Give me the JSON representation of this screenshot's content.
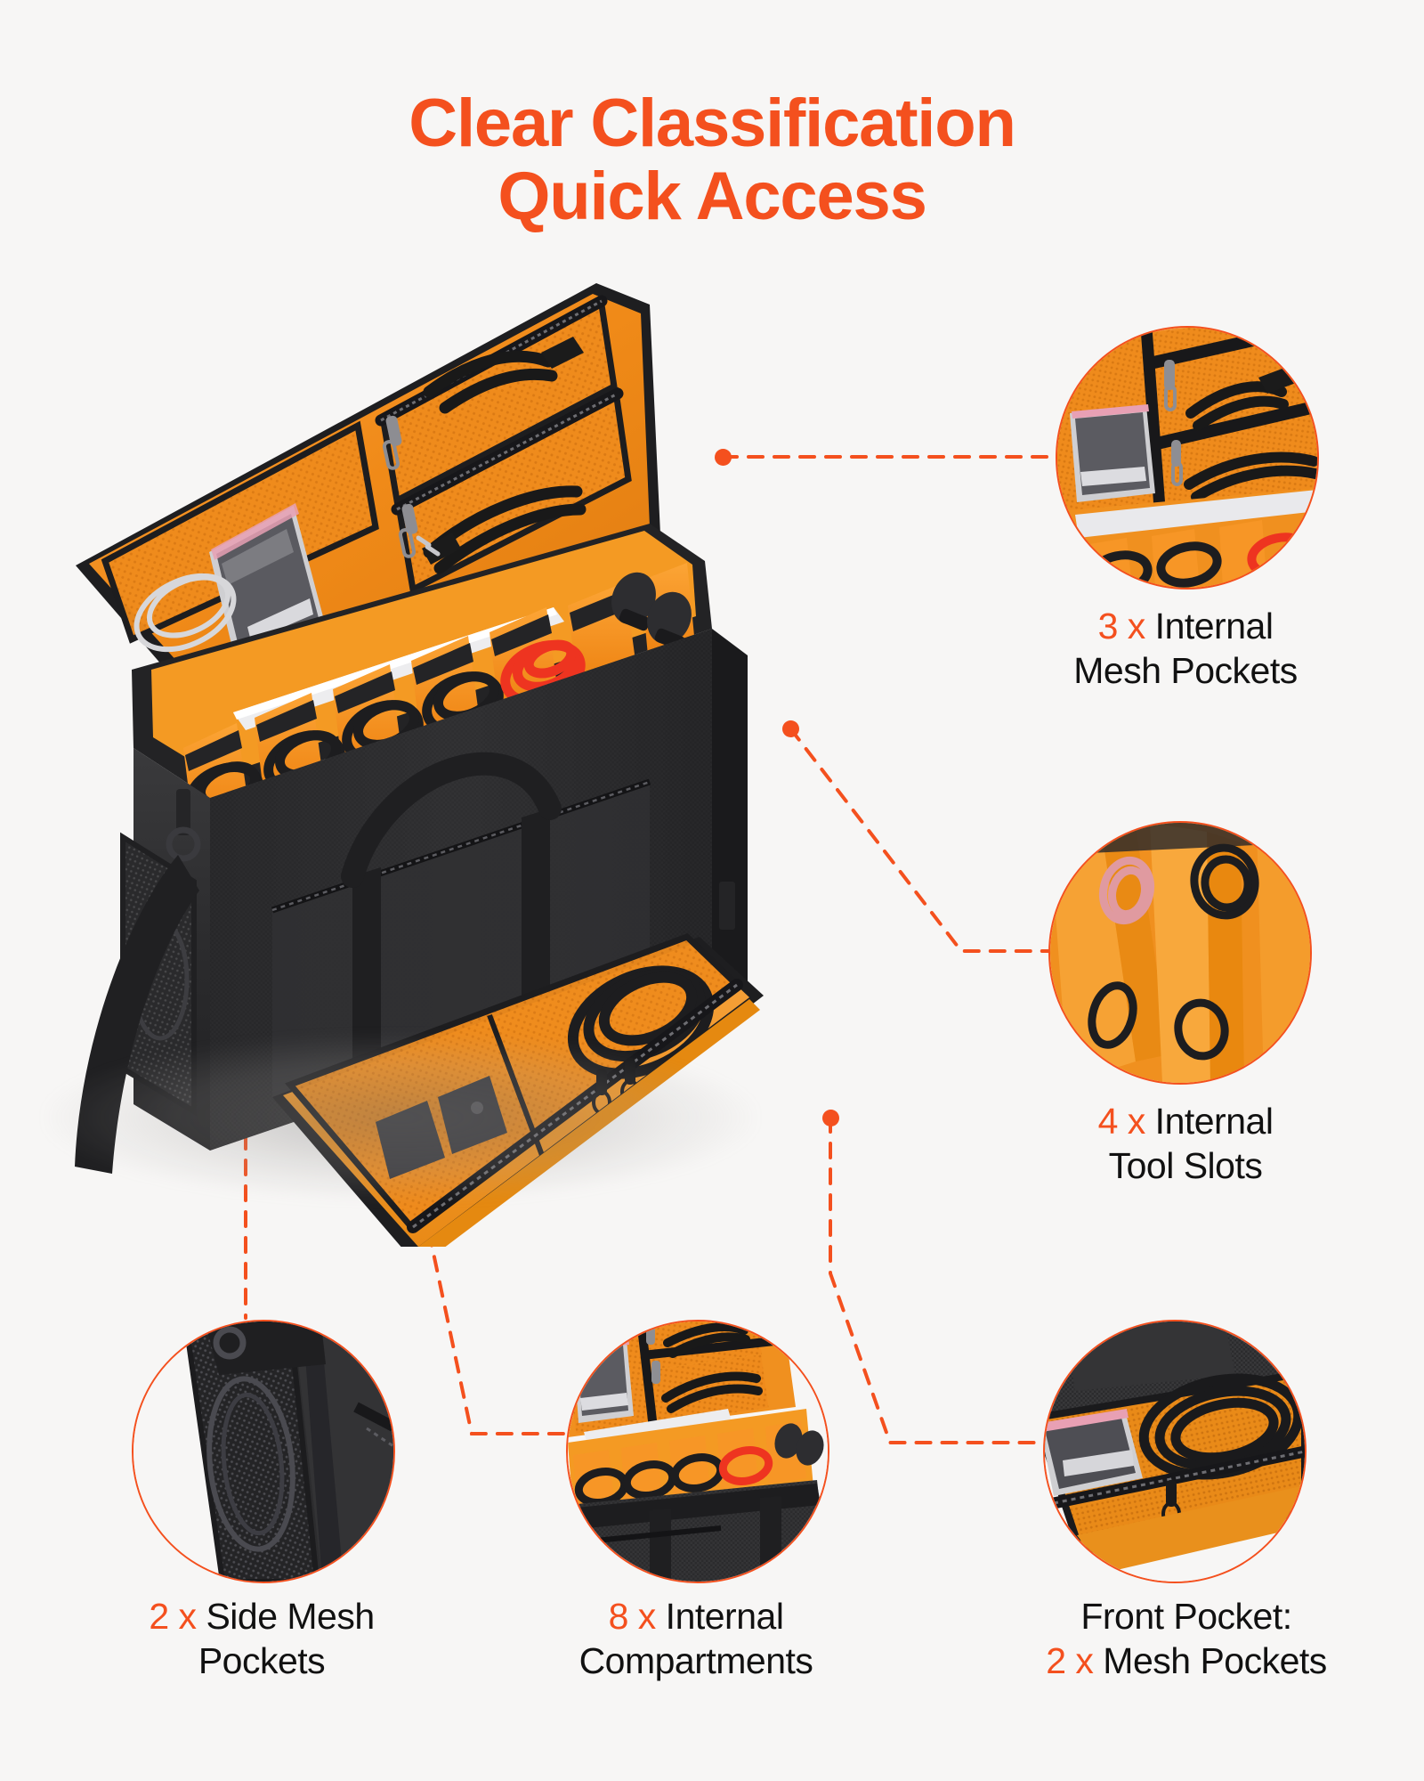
{
  "title": {
    "line1": "Clear Classification",
    "line2": "Quick Access",
    "color": "#f4501e"
  },
  "theme": {
    "background": "#f7f6f5",
    "accent": "#f4501e",
    "text": "#111111",
    "bag_black": "#2b2b2d",
    "bag_orange": "#f59020",
    "mesh_orange": "#ef8b1c",
    "divider_orange": "#f79626",
    "red_cable": "#ef3322"
  },
  "callouts": [
    {
      "id": "internal-mesh-pockets",
      "count": "3 x",
      "label_line1": "Internal",
      "label_line2": "Mesh Pockets",
      "full_text": "3 x Internal Mesh Pockets",
      "detail_image": "lid-mesh-pockets-with-cables-and-manual"
    },
    {
      "id": "internal-tool-slots",
      "count": "4 x",
      "label_line1": "Internal",
      "label_line2": "Tool Slots",
      "full_text": "4 x Internal Tool Slots",
      "detail_image": "orange-padded-divider-slots-with-coiled-cables"
    },
    {
      "id": "side-mesh-pockets",
      "count": "2 x",
      "label_line1": "Side Mesh",
      "label_line2": "Pockets",
      "full_text": "2 x Side Mesh Pockets",
      "detail_image": "black-side-mesh-pocket-with-d-ring"
    },
    {
      "id": "internal-compartments",
      "count": "8 x",
      "label_line1": "Internal",
      "label_line2": "Compartments",
      "full_text": "8 x Internal Compartments",
      "detail_image": "open-bag-interior-with-eight-divided-compartments"
    },
    {
      "id": "front-pocket-mesh-pockets",
      "count": "2 x",
      "label_line1": "Front Pocket:",
      "label_line2": "Mesh Pockets",
      "full_text": "Front Pocket: 2 x Mesh Pockets",
      "detail_image": "front-flap-pocket-with-zippered-mesh-and-coiled-cable"
    }
  ],
  "product": {
    "name": "open-tool-organizer-bag",
    "description": "Black fabric tool bag shown open with orange lining, lid mesh pockets, divided interior compartments, front flap pocket, carry handles and shoulder strap"
  }
}
